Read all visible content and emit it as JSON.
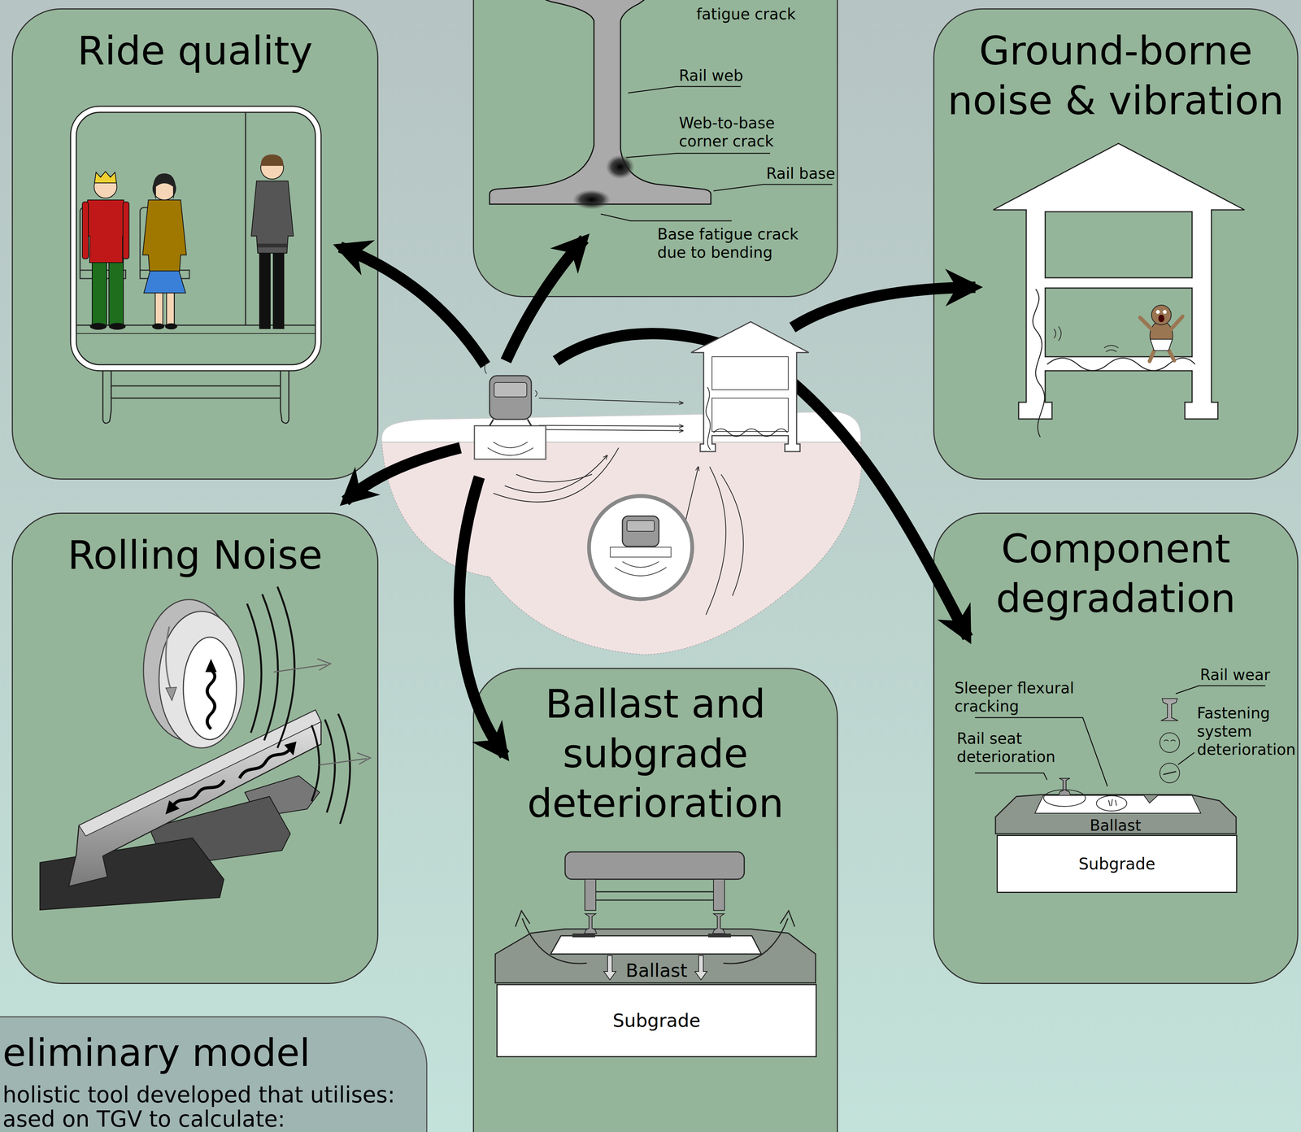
{
  "diagram": {
    "nodes": [
      {
        "text": [
          "Ride quality"
        ]
      },
      {
        "text": [
          "fatigue crack",
          "Rail web",
          "Web-to-base corner crack",
          "Rail base",
          "Base fatigue crack due to bending"
        ]
      },
      {
        "text": [
          "Ground-borne noise & vibration"
        ]
      },
      {
        "text": [
          "Rolling Noise"
        ]
      },
      {
        "text": [
          "Component degradation",
          "Sleeper flexural cracking",
          "Rail seat deterioration",
          "Rail wear",
          "Fastening system deterioration",
          "Ballast"
        ]
      },
      {
        "text": [
          "Subgrade"
        ],
        "in": 4
      },
      {
        "text": [
          "Ballast and subgrade deterioration",
          "Ballast"
        ]
      },
      {
        "text": [
          "Subgrade"
        ],
        "in": 6
      },
      {
        "text": [
          "eliminary model",
          "holistic tool developed that utilises:",
          "ased on TGV to calculate:"
        ]
      }
    ]
  }
}
